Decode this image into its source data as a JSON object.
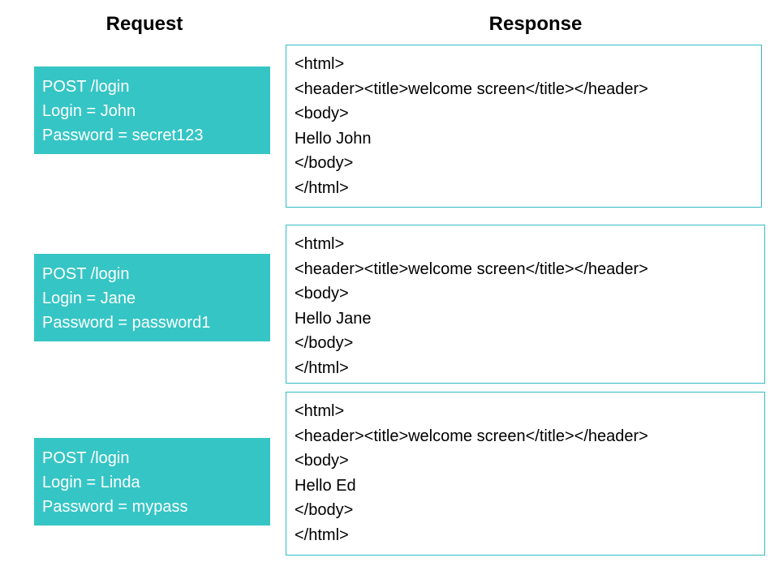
{
  "columns": {
    "request_header": "Request",
    "response_header": "Response"
  },
  "colors": {
    "request_fill": "#36c5c5",
    "request_text": "#ffffff",
    "response_border": "#33bcc6",
    "response_text": "#000000",
    "background": "#ffffff"
  },
  "pairs": [
    {
      "request": {
        "lines": [
          "POST /login",
          "Login = John",
          "Password = secret123"
        ]
      },
      "response": {
        "lines": [
          "<html>",
          "<header><title>welcome screen</title></header>",
          "<body>",
          "Hello John",
          "</body>",
          "</html>"
        ]
      }
    },
    {
      "request": {
        "lines": [
          "POST /login",
          "Login = Jane",
          "Password = password1"
        ]
      },
      "response": {
        "lines": [
          "<html>",
          "<header><title>welcome screen</title></header>",
          "<body>",
          "Hello Jane",
          "</body>",
          "</html>"
        ]
      }
    },
    {
      "request": {
        "lines": [
          "POST /login",
          "Login = Linda",
          "Password = mypass"
        ]
      },
      "response": {
        "lines": [
          "<html>",
          "<header><title>welcome screen</title></header>",
          "<body>",
          "Hello Ed",
          "</body>",
          "</html>"
        ]
      }
    }
  ]
}
